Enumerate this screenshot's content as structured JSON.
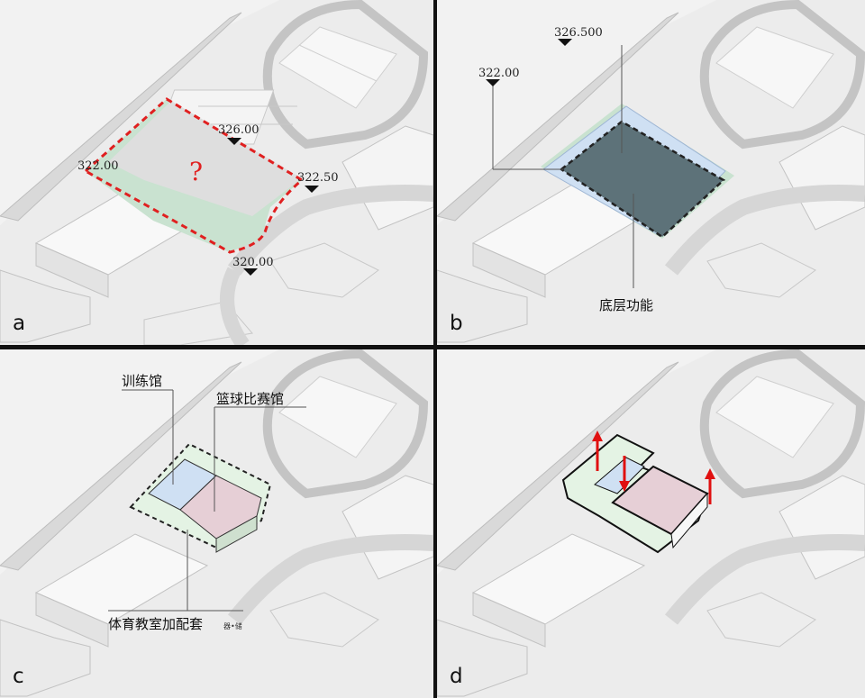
{
  "panels": {
    "a": {
      "label": "a",
      "elevations": [
        "326.00",
        "322.00",
        "322.50",
        "320.00"
      ],
      "question": "?"
    },
    "b": {
      "label": "b",
      "elevations": [
        "326.500",
        "322.00"
      ],
      "function_label": "底层功能"
    },
    "c": {
      "label": "c",
      "training_hall": "训练馆",
      "competition_hall": "篮球比赛馆",
      "support": "体育教室加配套",
      "support_small": "器•储"
    },
    "d": {
      "label": "d"
    }
  },
  "colors": {
    "site_red": "#e02020",
    "slope_green": "#c9e2d0",
    "ground_dark": "#5d7279",
    "training_blue": "#cfe0f3",
    "competition_pink": "#e6cfd6",
    "support_green": "#e4f3e4",
    "arrow_red": "#e01010"
  }
}
